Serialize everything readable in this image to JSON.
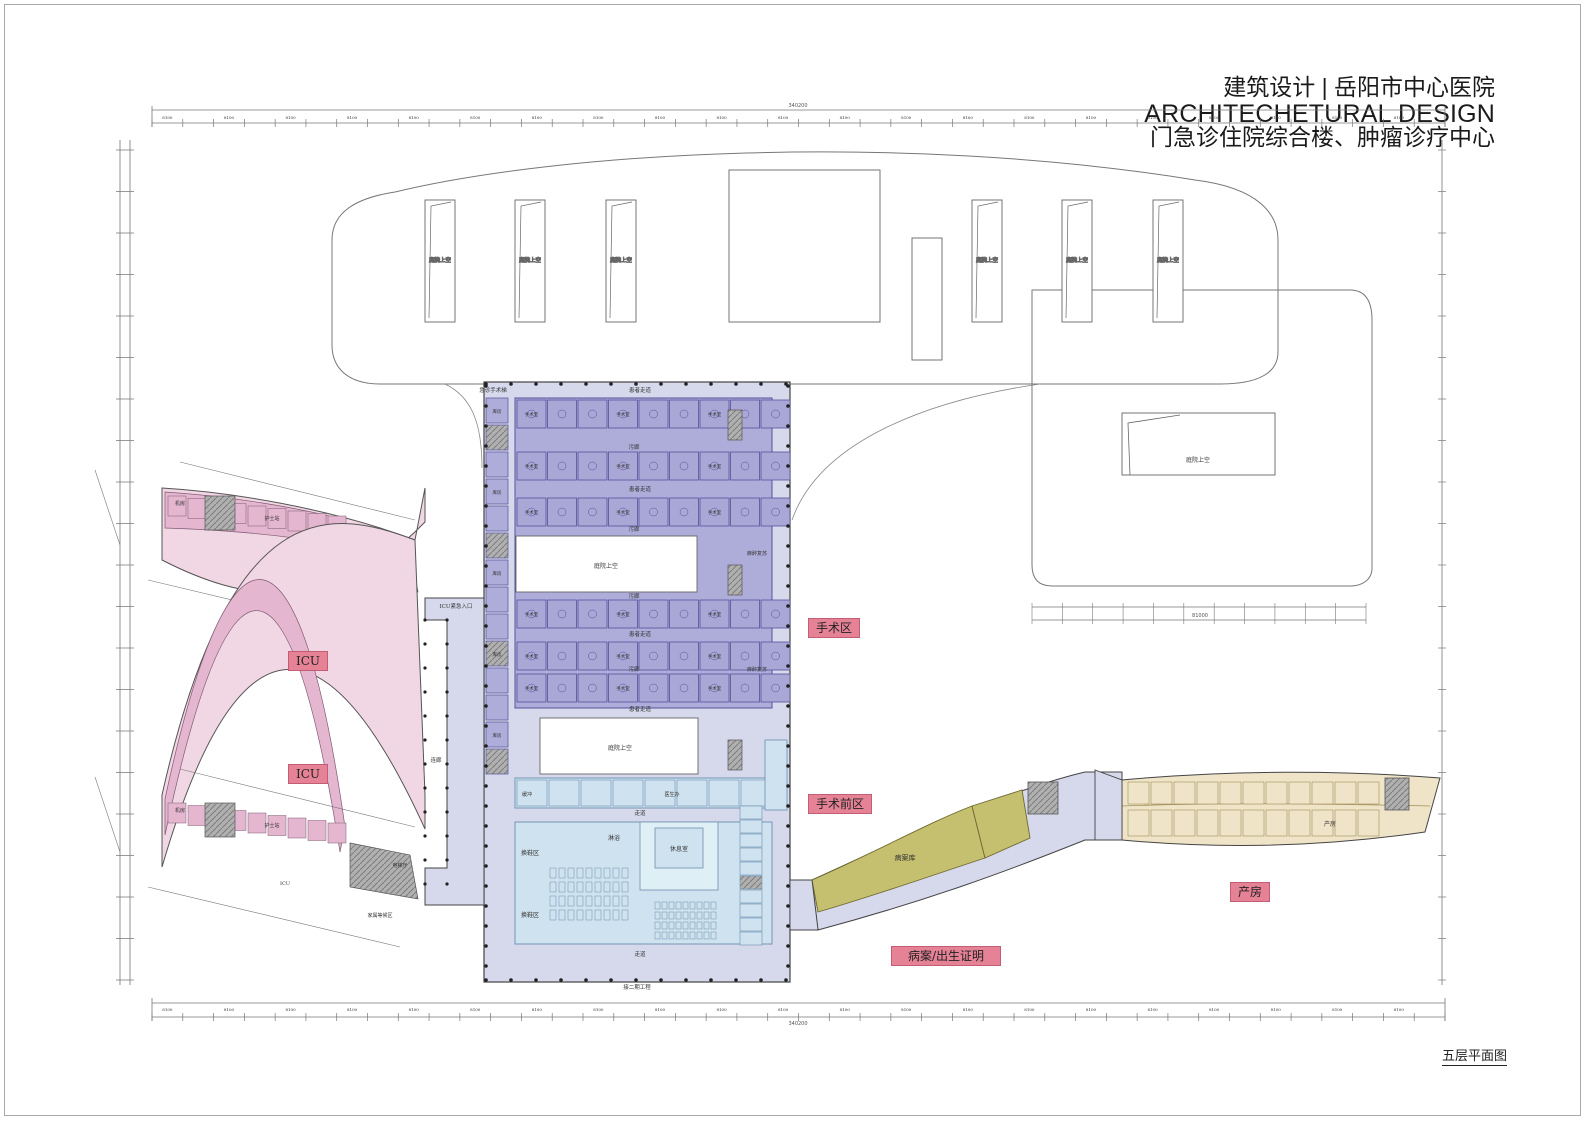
{
  "header": {
    "title_cn": "建筑设计 | 岳阳市中心医院",
    "title_en": "ARCHITECHETURAL DESIGN",
    "subtitle_cn": "门急诊住院综合楼、肿瘤诊疗中心"
  },
  "zones": {
    "icu_top": "ICU",
    "icu_bottom": "ICU",
    "surgery": "手术区",
    "pre_surgery": "手术前区",
    "records": "病案/出生证明",
    "delivery": "产房"
  },
  "rooms": {
    "courtyard": "庭院上空",
    "operating_room": "手术室",
    "patient_corridor": "患者走道",
    "dirty_corridor": "污廊",
    "icu_entrance": "ICU紧急入口",
    "emergency_lift": "急诊手术梯",
    "icu_room": "ICU",
    "family_waiting": "家属等候区",
    "nurse_station": "护士站",
    "elevator_hall": "电梯厅",
    "warehouse": "库房",
    "corridor": "连廊",
    "change_area": "换鞋区",
    "lounge": "休息室",
    "records_room": "病案库",
    "delivery_room": "产房",
    "anesthesia_recovery": "麻醉复苏",
    "shower": "淋浴",
    "aisle": "走道",
    "phase2": "接二期工程",
    "machine_room": "机房",
    "doctor_office": "医生办",
    "buffer": "缓冲"
  },
  "dimensions": {
    "bay": "8100",
    "total": "340200",
    "side_total": "81000"
  },
  "footer": {
    "floor_label": "五层平面图"
  },
  "colors": {
    "surgery": "#a9a7d6",
    "surgery_line": "#55529a",
    "outpatient": "#cfe2ef",
    "icu": "#f1d7e4",
    "icu_room": "#e4b6d0",
    "core": "#a8a8a8",
    "corridor": "#d6d8ec",
    "records": "#c5bf70",
    "delivery": "#efe4c8",
    "zone_tag": "#e58296"
  }
}
